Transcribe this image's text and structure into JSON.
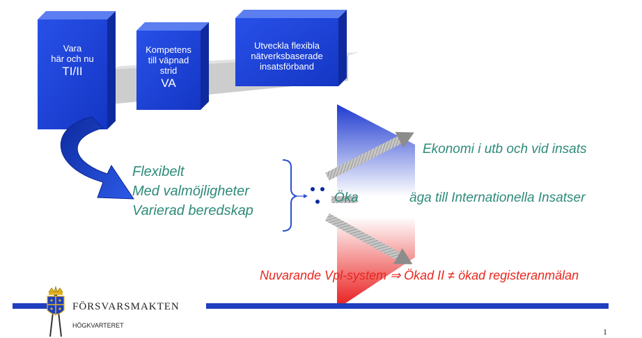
{
  "boxes": [
    {
      "lines": [
        "Vara",
        "här och nu"
      ],
      "big": "TI/II"
    },
    {
      "lines": [
        "Kompetens",
        "till väpnad",
        "strid"
      ],
      "big": "VA"
    },
    {
      "lines": [
        "Utveckla flexibla",
        "nätverksbaserade",
        "insatsförband"
      ],
      "big": ""
    }
  ],
  "flexlist": [
    "Flexibelt",
    "Med valmöjligheter",
    "Varierad beredskap"
  ],
  "outcomes": {
    "economy": "Ekonomi i utb och vid insats",
    "international": "Ökad förmåga till Internationella Insatser",
    "international_visible_prefix": "Öka",
    "international_visible_suffix": "äga till Internationella Insatser",
    "registration": "Nuvarande Vpl-system ⇒ Ökad II ≠ ökad registeranmälan"
  },
  "footer": {
    "org": "FÖRSVARSMAKTEN",
    "unit": "HÖGKVARTERET",
    "page": "1"
  },
  "colors": {
    "box": "#1a3fd0",
    "teal": "#2e8b7a",
    "red": "#e8261e",
    "bar": "#1f3fbf"
  }
}
